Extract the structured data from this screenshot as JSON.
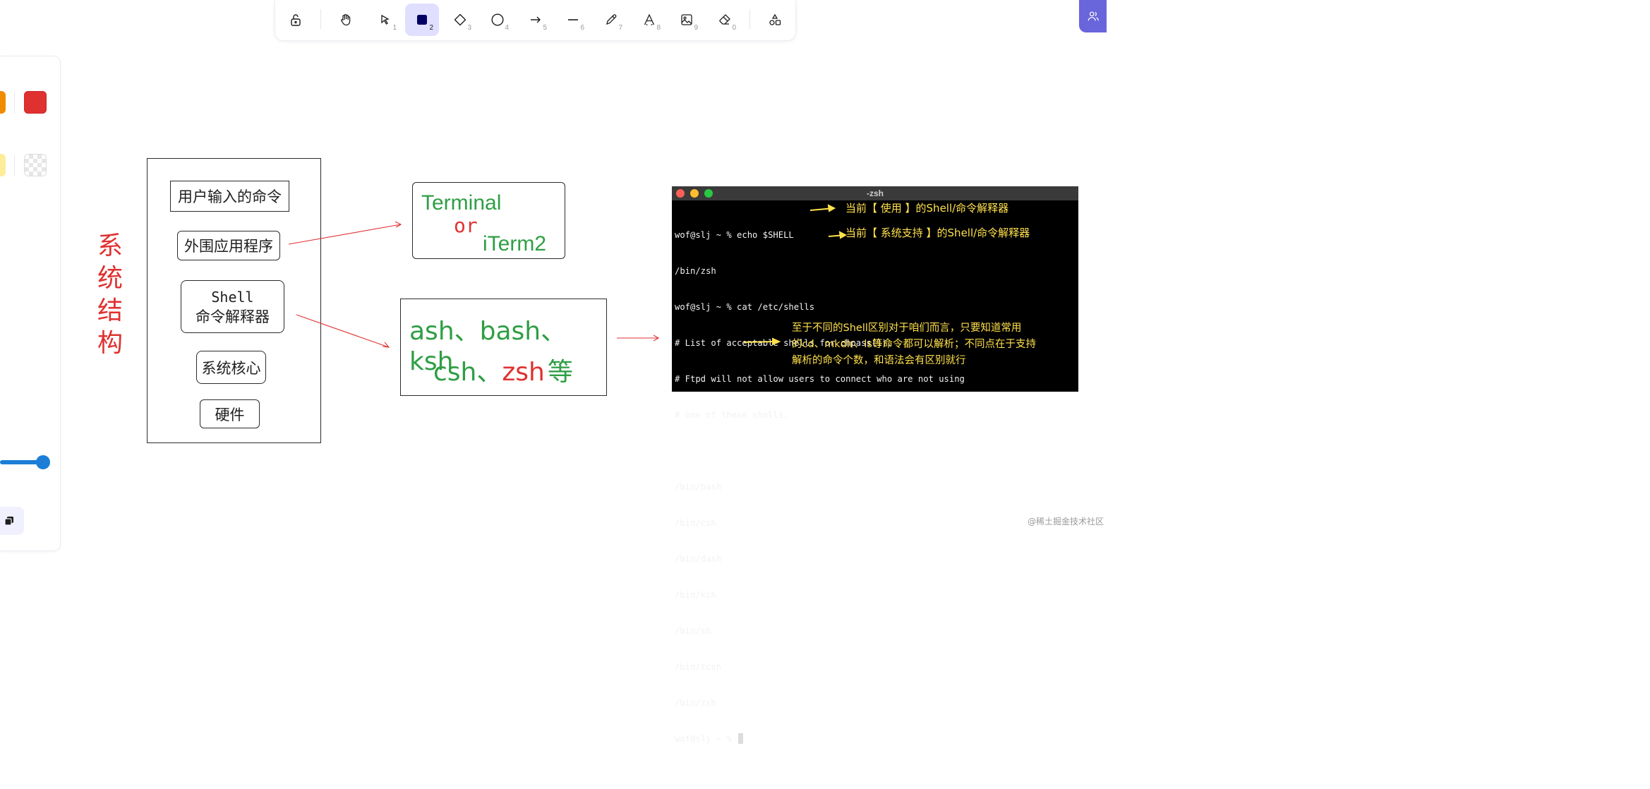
{
  "toolbar": {
    "tools": [
      {
        "name": "lock",
        "key": ""
      },
      {
        "name": "hand",
        "key": ""
      },
      {
        "name": "selection",
        "key": "1"
      },
      {
        "name": "rectangle",
        "key": "2"
      },
      {
        "name": "diamond",
        "key": "3"
      },
      {
        "name": "ellipse",
        "key": "4"
      },
      {
        "name": "arrow",
        "key": "5"
      },
      {
        "name": "line",
        "key": "6"
      },
      {
        "name": "draw",
        "key": "7"
      },
      {
        "name": "text",
        "key": "8"
      },
      {
        "name": "image",
        "key": "9"
      },
      {
        "name": "eraser",
        "key": "0"
      },
      {
        "name": "more-shapes",
        "key": ""
      }
    ],
    "active_tool": "rectangle"
  },
  "colors": {
    "accent": "#6965db",
    "active_tool_bg": "#e0dfff",
    "stroke_red": "#e03131",
    "stroke_orange": "#f08c00",
    "bg_yellow": "#ffec99",
    "slider": "#1c7ed6"
  },
  "diagram": {
    "vertical_title": [
      "系",
      "统",
      "结",
      "构"
    ],
    "layers": [
      "用户输入的命令",
      "外围应用程序",
      "Shell",
      "命令解释器",
      "系统核心",
      "硬件"
    ],
    "terminal_box": {
      "line1": "Terminal",
      "or": "or",
      "line2": "iTerm2"
    },
    "shells_box": {
      "line1": "ash、bash、ksh",
      "line2a": "csh、",
      "line2b": "zsh",
      "line2c": "等"
    }
  },
  "terminal": {
    "title": "-zsh",
    "lines": [
      "wof@slj ~ % echo $SHELL",
      "/bin/zsh",
      "wof@slj ~ % cat /etc/shells",
      "# List of acceptable shells for chpass(1).",
      "# Ftpd will not allow users to connect who are not using",
      "# one of these shells.",
      "",
      "/bin/bash",
      "/bin/csh",
      "/bin/dash",
      "/bin/ksh",
      "/bin/sh",
      "/bin/tcsh",
      "/bin/zsh",
      "wof@slj ~ % "
    ],
    "note1": "当前【 使用 】的Shell/命令解释器",
    "note2": "当前【 系统支持 】的Shell/命令解释器",
    "note3_line1": "至于不同的Shell区别对于咱们而言，只要知道常用",
    "note3_line2": "的cd、mkdir、ls等命令都可以解析；不同点在于支持",
    "note3_line3": "解析的命令个数，和语法会有区别就行"
  },
  "watermark": "@稀土掘金技术社区"
}
